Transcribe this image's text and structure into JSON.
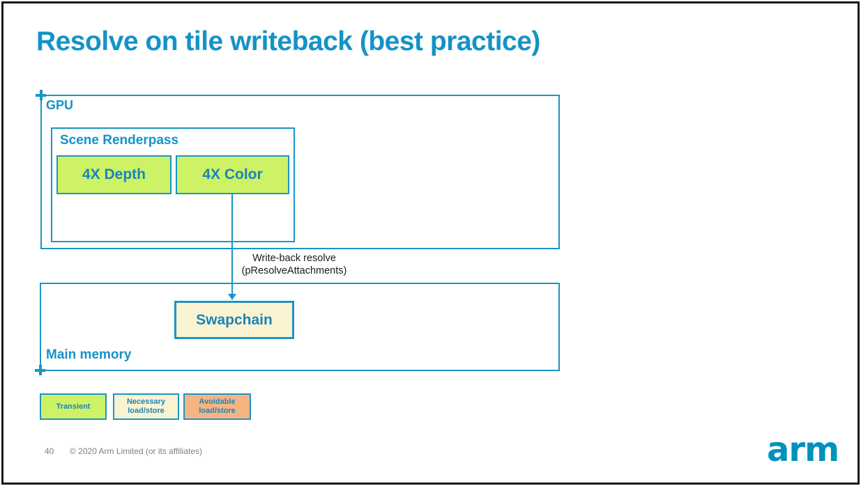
{
  "slide": {
    "title": "Resolve on tile writeback (best practice)",
    "diagram": {
      "gpu_label": "GPU",
      "scene_renderpass_label": "Scene Renderpass",
      "depth_box_label": "4X Depth",
      "color_box_label": "4X Color",
      "arrow_label_line1": "Write-back resolve",
      "arrow_label_line2": "(pResolveAttachments)",
      "main_memory_label": "Main memory",
      "swapchain_box_label": "Swapchain"
    },
    "legend": {
      "transient": {
        "line1": "Transient",
        "line2": "",
        "fill": "#CDF266"
      },
      "necessary": {
        "line1": "Necessary",
        "line2": "load/store",
        "fill": "#FAF3D1"
      },
      "avoidable": {
        "line1": "Avoidable",
        "line2": "load/store",
        "fill": "#F7B483"
      }
    },
    "footer": {
      "page_number": "40",
      "copyright": "© 2020 Arm Limited (or its affiliates)",
      "logo_text": "arm"
    },
    "colors": {
      "teal_accent": "#1B95C6",
      "title_teal": "#1493C6",
      "transient_green": "#CDF266",
      "necessary_cream": "#FAF3D1",
      "avoidable_orange": "#F7B483",
      "logo_blue": "#0091BD",
      "footer_gray": "#808080"
    }
  }
}
